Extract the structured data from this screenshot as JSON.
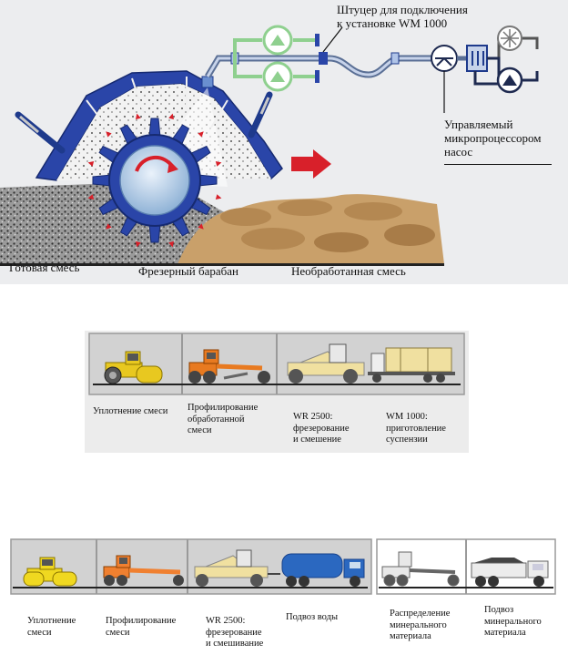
{
  "top_diagram": {
    "connector_label_line1": "Штуцер для подключения",
    "connector_label_line2": "к установке WM 1000",
    "pump_label_line1": "Управляемый",
    "pump_label_line2": "микропроцессором",
    "pump_label_line3": "насос",
    "ready_mix_label": "Готовая смесь",
    "drum_label": "Фрезерный барабан",
    "raw_mix_label": "Необработанная смесь"
  },
  "panel1": {
    "labels": [
      {
        "line1": "Уплотнение смеси",
        "line2": "",
        "line3": "",
        "line4": ""
      },
      {
        "line1": "Профилирование",
        "line2": "обработанной",
        "line3": "смеси",
        "line4": ""
      },
      {
        "line1": "WR 2500:",
        "line2": "фрезерование",
        "line3": "и смешение",
        "line4": ""
      },
      {
        "line1": "WM 1000:",
        "line2": "приготовление",
        "line3": "суспензии",
        "line4": ""
      }
    ]
  },
  "panel2": {
    "labels": [
      {
        "line1": "Уплотнение",
        "line2": "смеси",
        "line3": ""
      },
      {
        "line1": "Профилирование",
        "line2": "смеси",
        "line3": ""
      },
      {
        "line1": "WR 2500:",
        "line2": "фрезерование",
        "line3": "и смешивание"
      },
      {
        "line1": "Подвоз воды",
        "line2": "",
        "line3": ""
      }
    ]
  },
  "panel3": {
    "labels": [
      {
        "line1": "Распределение",
        "line2": "минерального",
        "line3": "материала"
      },
      {
        "line1": "Подвоз",
        "line2": "минерального",
        "line3": "материала"
      }
    ]
  },
  "colors": {
    "machine_blue": "#2a45a8",
    "drum": "#bcd3ea",
    "soil": "#c9a06a",
    "pipe_green": "#8fd08f",
    "arrow_red": "#d8202a",
    "panel_bg": "#d2d2d2",
    "roller_yellow": "#e8c820",
    "grader_orange": "#e87a20",
    "truck_blue": "#2b68c0"
  }
}
